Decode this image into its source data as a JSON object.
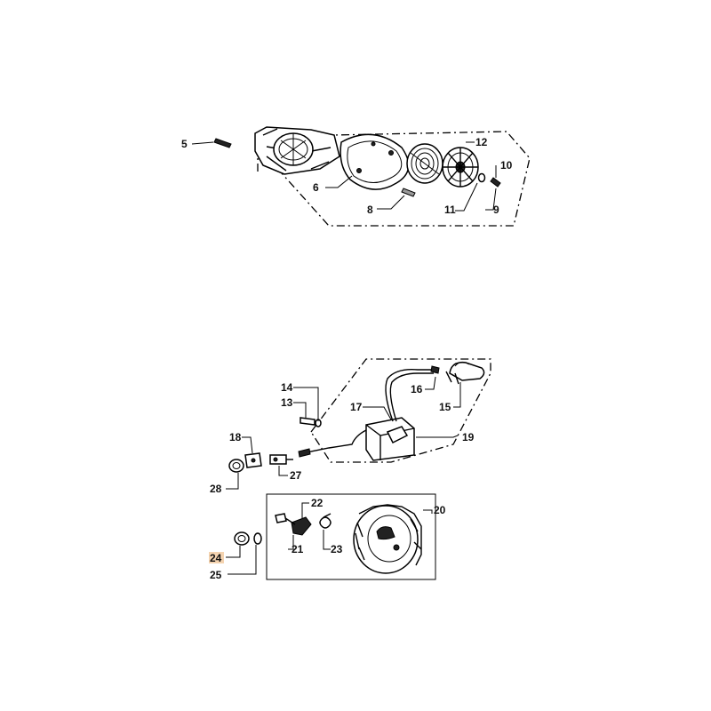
{
  "accent_color": "#f4d3b0",
  "selected_callout": "24",
  "callouts": {
    "c5": "5",
    "c6": "6",
    "c8": "8",
    "c9": "9",
    "c10": "10",
    "c11": "11",
    "c12": "12",
    "c13": "13",
    "c14": "14",
    "c15": "15",
    "c16": "16",
    "c17": "17",
    "c18": "18",
    "c19": "19",
    "c20": "20",
    "c21": "21",
    "c22": "22",
    "c23": "23",
    "c24": "24",
    "c25": "25",
    "c27": "27",
    "c28": "28"
  }
}
